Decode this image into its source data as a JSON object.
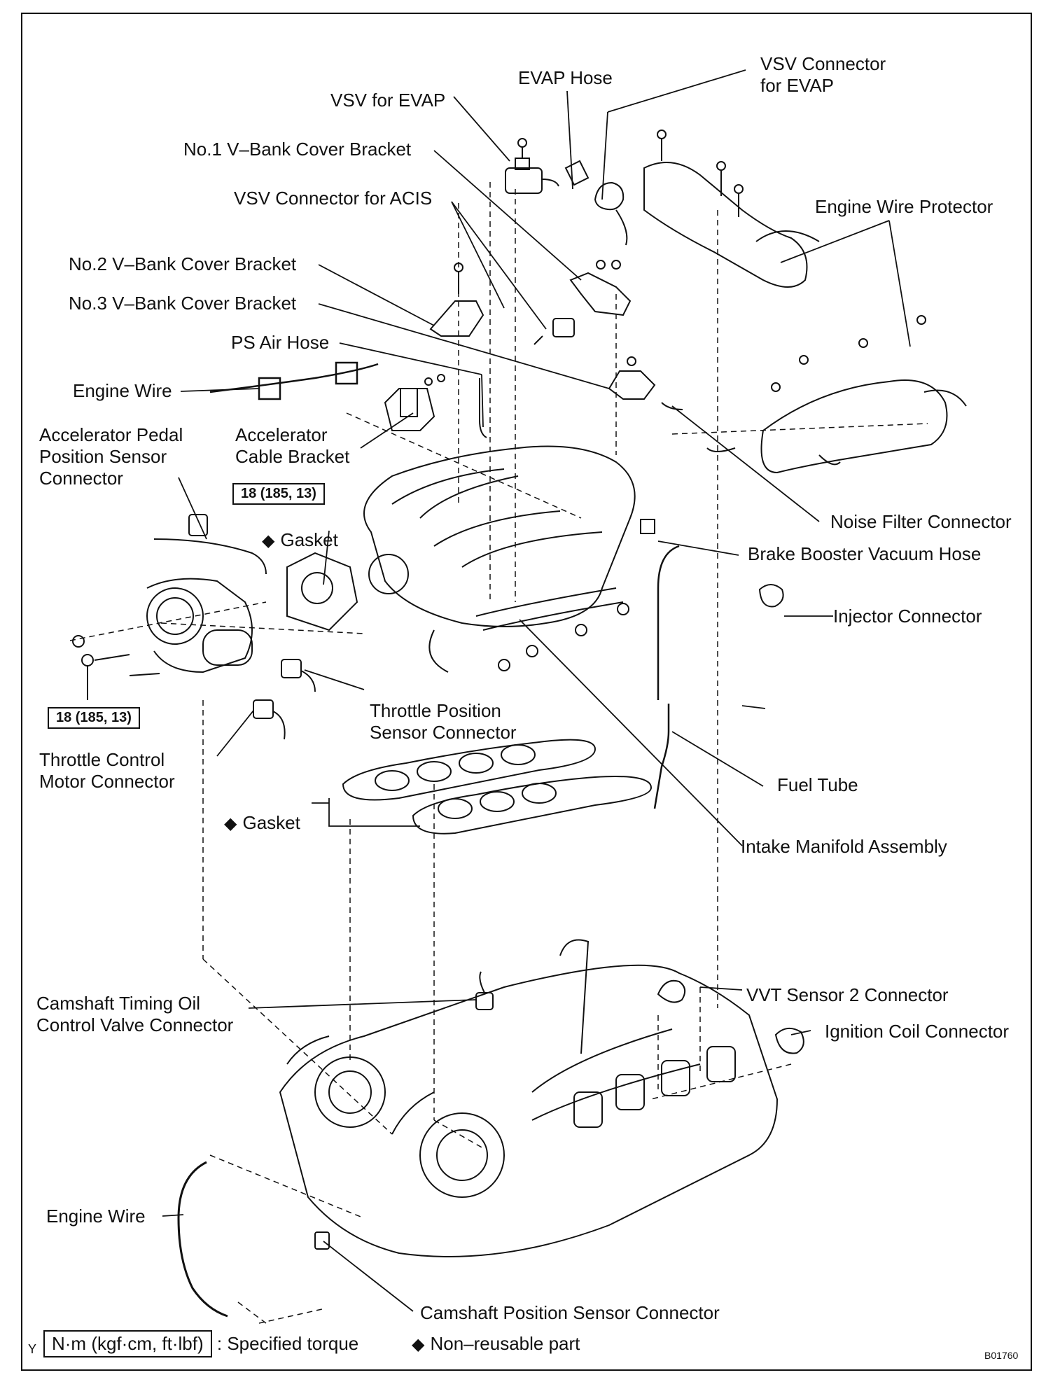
{
  "labels": {
    "evap_hose": "EVAP Hose",
    "vsv_connector_evap": [
      "VSV Connector",
      "for EVAP"
    ],
    "vsv_for_evap": "VSV for EVAP",
    "no1_bracket": "No.1 V–Bank Cover Bracket",
    "vsv_connector_acis": "VSV Connector for ACIS",
    "engine_wire_protector": "Engine Wire Protector",
    "no2_bracket": "No.2 V–Bank Cover Bracket",
    "no3_bracket": "No.3 V–Bank Cover Bracket",
    "ps_air_hose": "PS Air Hose",
    "engine_wire_top": "Engine Wire",
    "accel_pedal_sensor": [
      "Accelerator Pedal",
      "Position Sensor",
      "Connector"
    ],
    "accel_cable_bracket": [
      "Accelerator",
      "Cable Bracket"
    ],
    "noise_filter_connector": "Noise Filter Connector",
    "gasket_top": "Gasket",
    "brake_booster_hose": "Brake Booster Vacuum Hose",
    "injector_connector": "Injector Connector",
    "throttle_position_sensor": [
      "Throttle Position",
      "Sensor Connector"
    ],
    "throttle_control_motor": [
      "Throttle Control",
      "Motor Connector"
    ],
    "fuel_tube": "Fuel Tube",
    "gasket_mid": "Gasket",
    "intake_manifold": "Intake Manifold Assembly",
    "camshaft_timing_valve": [
      "Camshaft Timing Oil",
      "Control Valve Connector"
    ],
    "vvt_sensor_2": "VVT Sensor 2 Connector",
    "ignition_coil_connector": "Ignition Coil Connector",
    "engine_wire_bottom": "Engine Wire",
    "camshaft_position_sensor": "Camshaft Position Sensor Connector"
  },
  "torque": {
    "upper": "18 (185, 13)",
    "lower": "18 (185, 13)"
  },
  "legend": {
    "unit_box": "N·m (kgf·cm, ft·lbf)",
    "unit_text": ": Specified torque",
    "nonreusable": "Non–reusable part",
    "diamond": "◆",
    "corner_letter": "Y"
  },
  "figure_id": "B01760"
}
